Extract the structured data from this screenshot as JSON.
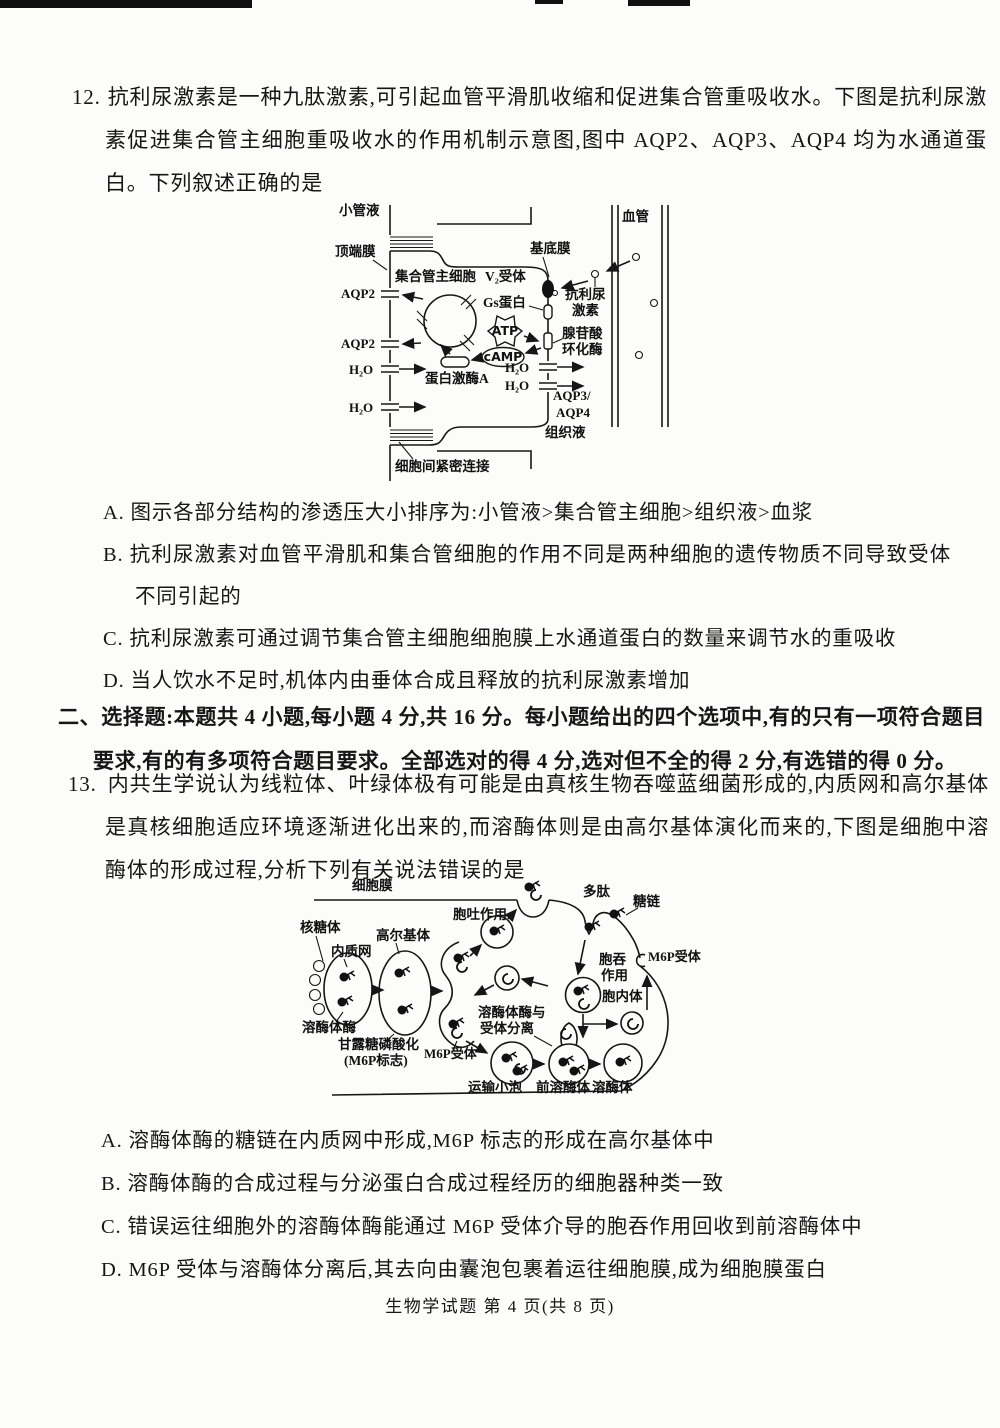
{
  "page": {
    "footer": "生物学试题 第 4 页(共 8 页)"
  },
  "q12": {
    "number": "12.",
    "stem": "抗利尿激素是一种九肽激素,可引起血管平滑肌收缩和促进集合管重吸收水。下图是抗利尿激素促进集合管主细胞重吸收水的作用机制示意图,图中 AQP2、AQP3、AQP4 均为水通道蛋白。下列叙述正确的是",
    "options": [
      {
        "label": "A.",
        "text": "图示各部分结构的渗透压大小排序为:小管液>集合管主细胞>组织液>血浆"
      },
      {
        "label": "B.",
        "text": "抗利尿激素对血管平滑肌和集合管细胞的作用不同是两种细胞的遗传物质不同导致受体不同引起的"
      },
      {
        "label": "C.",
        "text": "抗利尿激素可通过调节集合管主细胞细胞膜上水通道蛋白的数量来调节水的重吸收"
      },
      {
        "label": "D.",
        "text": "当人饮水不足时,机体内由垂体合成且释放的抗利尿激素增加"
      }
    ],
    "diagram": {
      "lumen": "小管液",
      "vessel": "血管",
      "apical": "顶端膜",
      "basal": "基底膜",
      "cell": "集合管主细胞",
      "v2": "V₂受体",
      "gs": "Gs蛋白",
      "adh1": "抗利尿",
      "adh2": "激素",
      "atp": "ATP",
      "ac1": "腺苷酸",
      "ac2": "环化酶",
      "camp": "cAMP",
      "pka": "蛋白激酶A",
      "aqp2": "AQP2",
      "h2o": "H₂O",
      "aqp3": "AQP3/",
      "aqp4": "AQP4",
      "interstitial": "组织液",
      "tight": "细胞间紧密连接"
    }
  },
  "section2": {
    "heading": "二、选择题:本题共 4 小题,每小题 4 分,共 16 分。每小题给出的四个选项中,有的只有一项符合题目要求,有的有多项符合题目要求。全部选对的得 4 分,选对但不全的得 2 分,有选错的得 0 分。"
  },
  "q13": {
    "number": "13.",
    "stem": "内共生学说认为线粒体、叶绿体极有可能是由真核生物吞噬蓝细菌形成的,内质网和高尔基体是真核细胞适应环境逐渐进化出来的,而溶酶体则是由高尔基体演化而来的,下图是细胞中溶酶体的形成过程,分析下列有关说法错误的是",
    "options": [
      {
        "label": "A.",
        "text": "溶酶体酶的糖链在内质网中形成,M6P 标志的形成在高尔基体中"
      },
      {
        "label": "B.",
        "text": "溶酶体酶的合成过程与分泌蛋白合成过程经历的细胞器种类一致"
      },
      {
        "label": "C.",
        "text": "错误运往细胞外的溶酶体酶能通过 M6P 受体介导的胞吞作用回收到前溶酶体中"
      },
      {
        "label": "D.",
        "text": "M6P 受体与溶酶体分离后,其去向由囊泡包裹着运往细胞膜,成为细胞膜蛋白"
      }
    ],
    "diagram": {
      "membrane": "细胞膜",
      "exo": "胞吐作用",
      "poly": "多肽",
      "glycan": "糖链",
      "ribosome": "核糖体",
      "golgi": "高尔基体",
      "er": "内质网",
      "m6pr_right": "M6P受体",
      "m6pr_bottom": "M6P受体",
      "endo1": "胞吞",
      "endo2": "作用",
      "endosome": "胞内体",
      "lysenzyme": "溶酶体酶",
      "sep1": "溶酶体酶与",
      "sep2": "受体分离",
      "mann1": "甘露糖磷酸化",
      "mann2": "(M6P标志)",
      "tvesicle": "运输小泡",
      "prelys": "前溶酶体",
      "lys": "溶酶体"
    }
  }
}
